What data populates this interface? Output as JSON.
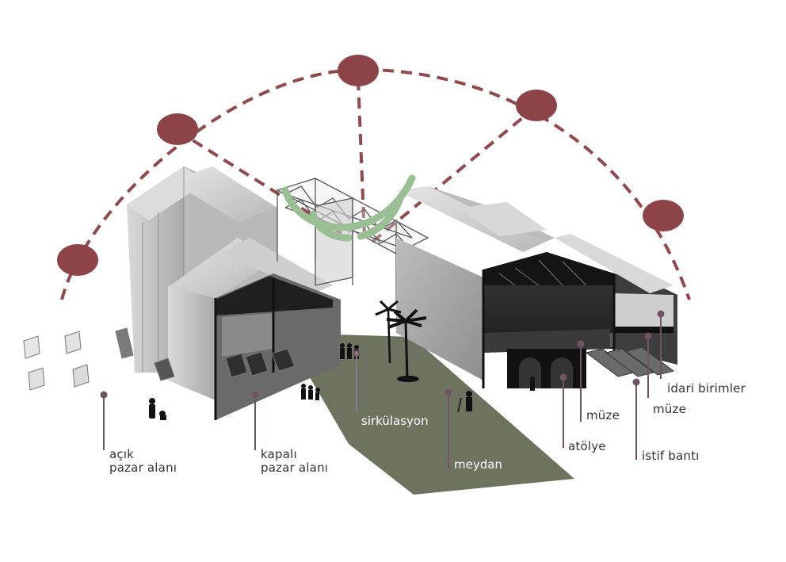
{
  "colors": {
    "arc": "#8e4a4e",
    "node": "#8c4448",
    "leader": "#6f5564",
    "plaza": "#6d735f",
    "plant": "#9bbf95",
    "label_dark": "#333333",
    "label_light": "#ffffff"
  },
  "labels": {
    "acik_line1": "açık",
    "acik_line2": "pazar alanı",
    "kapali_line1": "kapalı",
    "kapali_line2": "pazar alanı",
    "sirkulasyon": "sirkülasyon",
    "meydan": "meydan",
    "atolye": "atölye",
    "muze_1": "müze",
    "muze_2": "müze",
    "istif": "istif bantı",
    "idari": "idari birimler"
  }
}
